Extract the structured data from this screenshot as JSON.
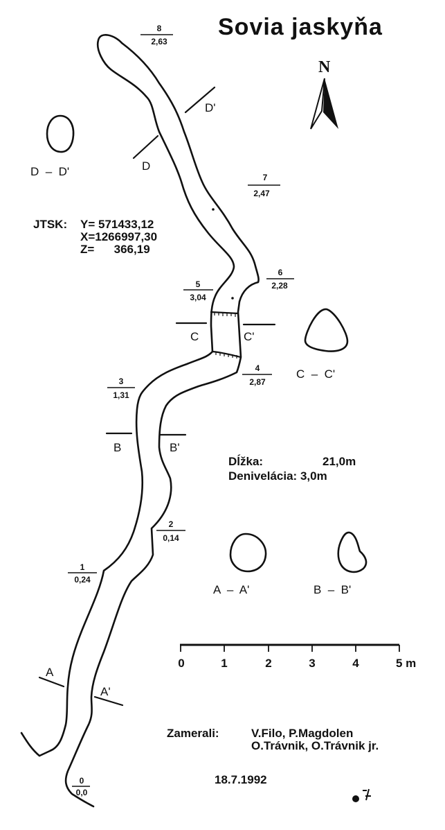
{
  "title": "Sovia jaskyňa",
  "north_label": "N",
  "coordinates": {
    "prefix": "JTSK:",
    "y": "Y= 571433,12",
    "x": "X=1266997,30",
    "z": "Z=      366,19"
  },
  "stations": [
    {
      "id": "0",
      "depth": "0,0"
    },
    {
      "id": "1",
      "depth": "0,24"
    },
    {
      "id": "2",
      "depth": "0,14"
    },
    {
      "id": "3",
      "depth": "1,31"
    },
    {
      "id": "4",
      "depth": "2,87"
    },
    {
      "id": "5",
      "depth": "3,04"
    },
    {
      "id": "6",
      "depth": "2,28"
    },
    {
      "id": "7",
      "depth": "2,47"
    },
    {
      "id": "8",
      "depth": "2,63"
    }
  ],
  "section_marks": {
    "a": "A",
    "a_prime": "A'",
    "b": "B",
    "b_prime": "B'",
    "c": "C",
    "c_prime": "C'",
    "d": "D",
    "d_prime": "D'"
  },
  "cross_sections": {
    "dd": "D  –  D'",
    "cc": "C  –  C'",
    "aa": "A  –  A'",
    "bb": "B  –  B'"
  },
  "stats": {
    "length_label": "Dĺžka:",
    "length_value": "21,0m",
    "depth_label": "Denivelácia: 3,0m"
  },
  "scale_bar": {
    "ticks": [
      "0",
      "1",
      "2",
      "3",
      "4",
      "5 m"
    ]
  },
  "survey": {
    "label": "Zamerali:",
    "line1": "V.Filo, P.Magdolen",
    "line2": "O.Trávnik, O.Trávnik jr."
  },
  "date": "18.7.1992"
}
